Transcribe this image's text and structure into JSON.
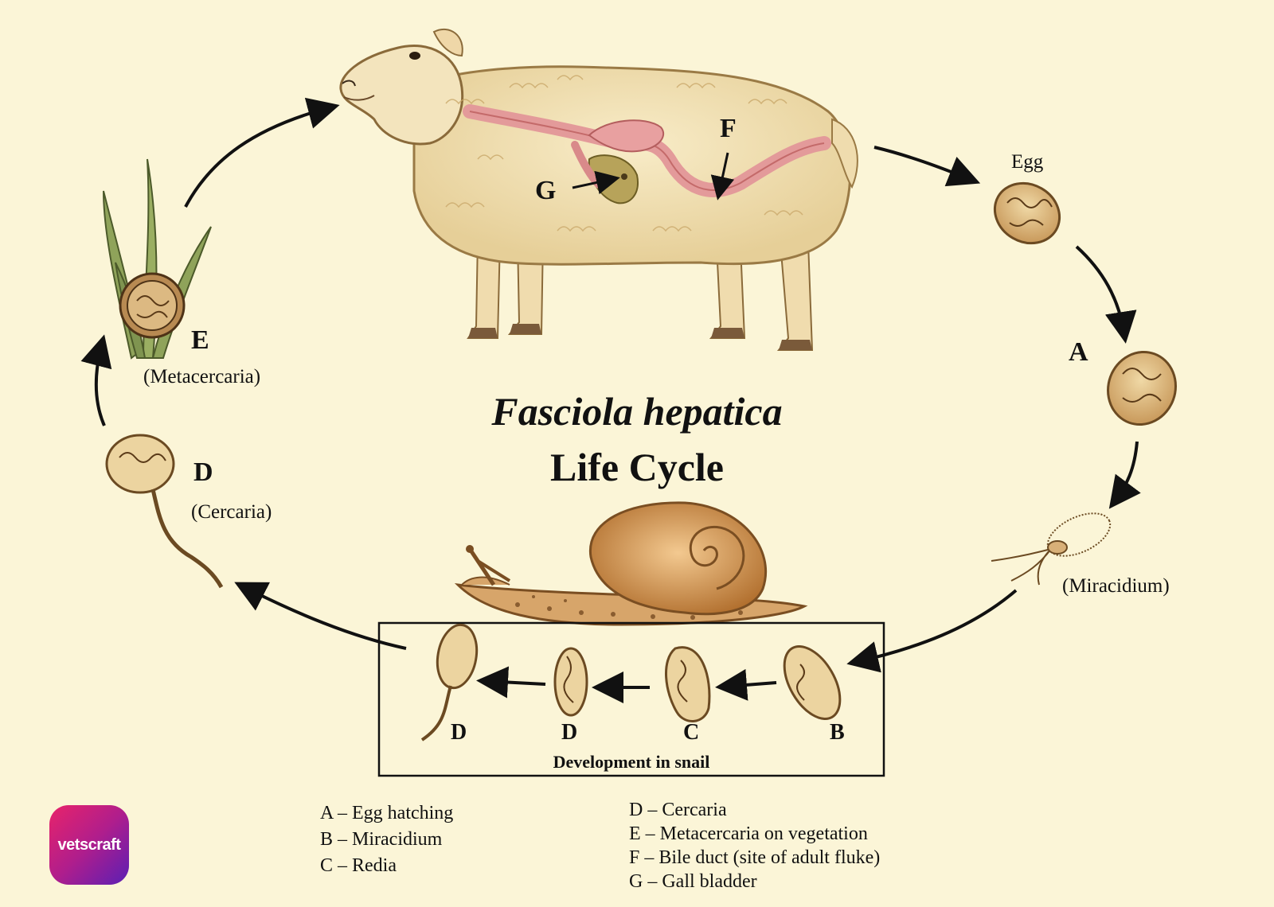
{
  "title": {
    "line1": "Fasciola hepatica",
    "line2": "Life Cycle"
  },
  "labels": {
    "egg": "Egg",
    "a": "A",
    "miracidium": "(Miracidium)",
    "b": "B",
    "c": "C",
    "d1": "D",
    "d2": "D",
    "snail_box": "Development in snail",
    "d_top": "D",
    "cercaria": "(Cercaria)",
    "e": "E",
    "metacercaria": "(Metacercaria)",
    "f": "F",
    "g": "G"
  },
  "legend": {
    "left": [
      "A – Egg hatching",
      "B – Miracidium",
      "C – Redia"
    ],
    "right": [
      "D – Cercaria",
      "E – Metacercaria on vegetation",
      "F – Bile duct (site of adult fluke)",
      "G – Gall bladder"
    ]
  },
  "logo": {
    "text": "vetscraft"
  },
  "colors": {
    "background": "#fbf5d7",
    "wool": "#f3e2b4",
    "organ": "#e8a0a0",
    "egg": "#c99a5c",
    "snail": "#c98a4a"
  }
}
